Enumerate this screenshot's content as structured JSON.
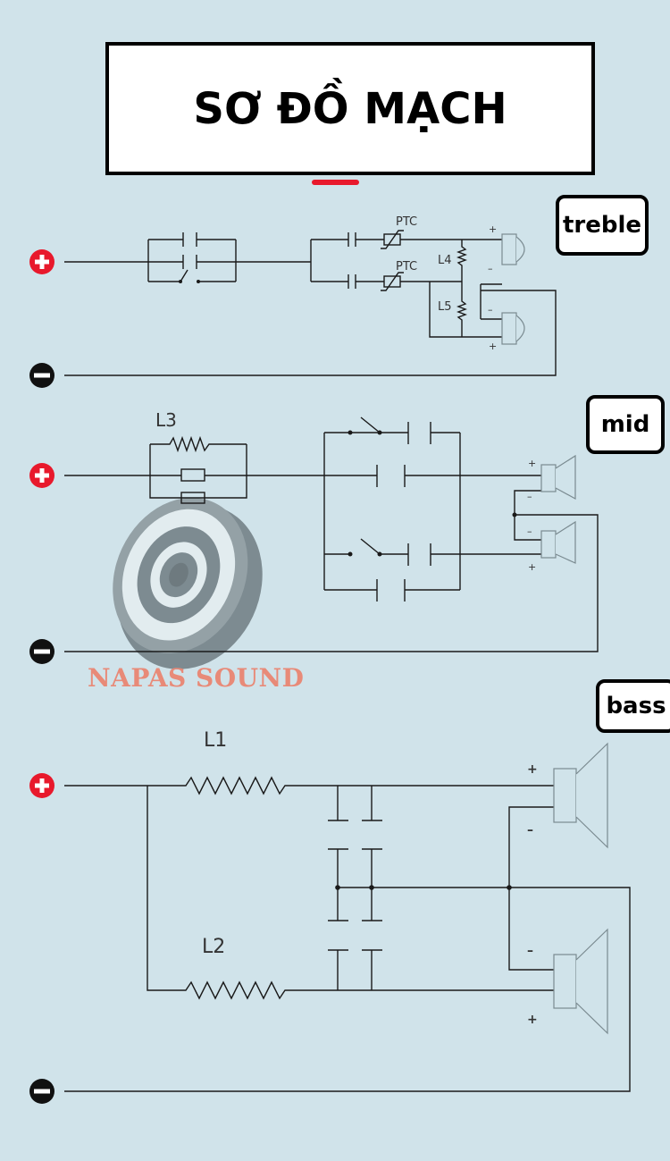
{
  "title": "SƠ ĐỒ MẠCH",
  "accent_color": "#e8192c",
  "watermark": "NAPAS SOUND",
  "sections": {
    "treble": {
      "label": "treble",
      "ptc_top": "PTC",
      "ptc_bottom": "PTC",
      "l4": "L4",
      "l5": "L5"
    },
    "mid": {
      "label": "mid",
      "l3": "L3"
    },
    "bass": {
      "label": "bass",
      "l1": "L1",
      "l2": "L2"
    }
  },
  "polarity": {
    "plus": "+",
    "minus": "–"
  }
}
